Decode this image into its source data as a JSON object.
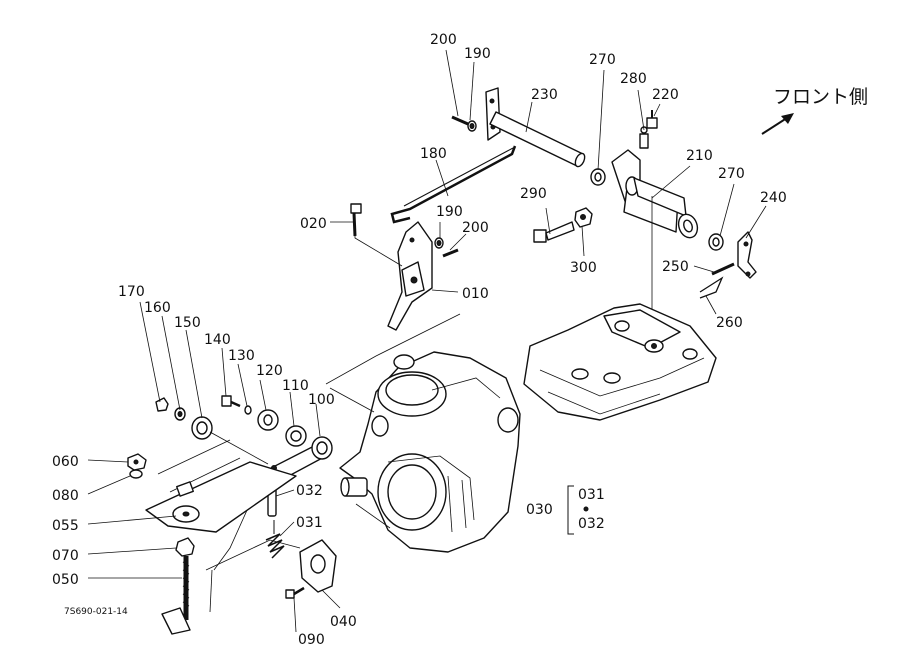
{
  "front_label": "フロント側",
  "drawing_code": "7S690-021-14",
  "part_labels": {
    "p200a": "200",
    "p190a": "190",
    "p230": "230",
    "p270a": "270",
    "p280": "280",
    "p220": "220",
    "p180": "180",
    "p210": "210",
    "p270b": "270",
    "p240": "240",
    "p290": "290",
    "p190b": "190",
    "p200b": "200",
    "p020": "020",
    "p300": "300",
    "p250": "250",
    "p010": "010",
    "p260": "260",
    "p170": "170",
    "p160": "160",
    "p150": "150",
    "p140": "140",
    "p130": "130",
    "p120": "120",
    "p110": "110",
    "p100": "100",
    "p060": "060",
    "p080": "080",
    "p032": "032",
    "p055": "055",
    "p031": "031",
    "p070": "070",
    "p050": "050",
    "p090": "090",
    "p040": "040",
    "p030": "030",
    "p030_031": "031",
    "p030_032": "032"
  }
}
